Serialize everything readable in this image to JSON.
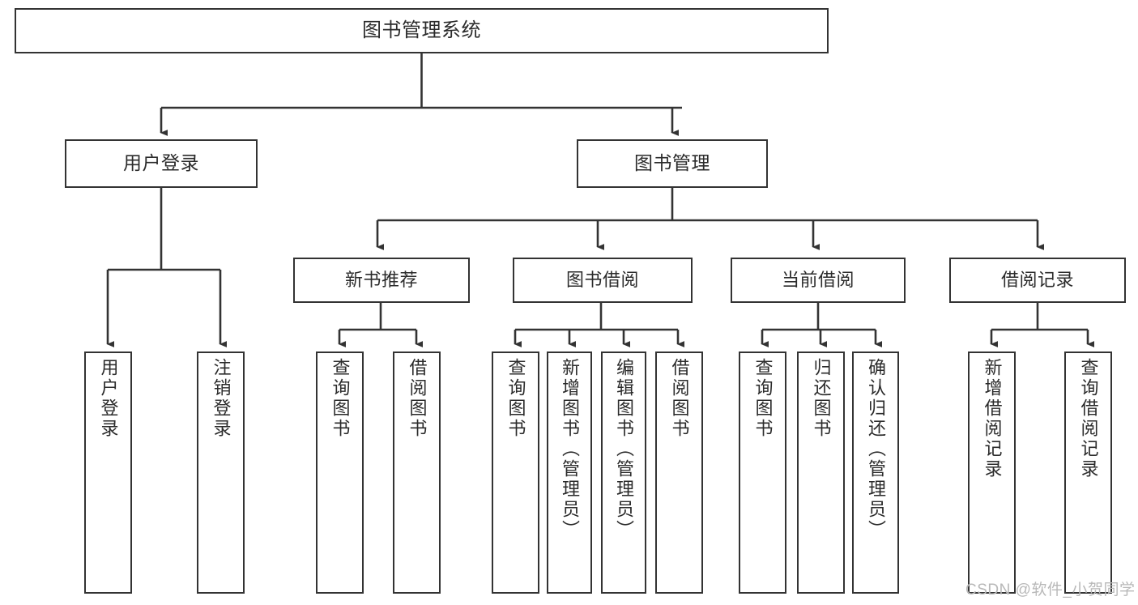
{
  "diagram": {
    "type": "tree-hierarchy",
    "title": "图书管理系统",
    "root": {
      "id": "root",
      "label": "图书管理系统"
    },
    "level1": [
      {
        "id": "user-login",
        "label": "用户登录"
      },
      {
        "id": "book-management",
        "label": "图书管理"
      }
    ],
    "level2": [
      {
        "id": "new-book-recommend",
        "label": "新书推荐",
        "parent": "book-management"
      },
      {
        "id": "book-borrow",
        "label": "图书借阅",
        "parent": "book-management"
      },
      {
        "id": "current-borrow",
        "label": "当前借阅",
        "parent": "book-management"
      },
      {
        "id": "borrow-record",
        "label": "借阅记录",
        "parent": "book-management"
      }
    ],
    "leaves": [
      {
        "id": "leaf-user-login",
        "label": "用户登录",
        "parent": "user-login"
      },
      {
        "id": "leaf-logout-login",
        "label": "注销登录",
        "parent": "user-login"
      },
      {
        "id": "leaf-query-book-1",
        "label": "查询图书",
        "parent": "new-book-recommend"
      },
      {
        "id": "leaf-borrow-book-1",
        "label": "借阅图书",
        "parent": "new-book-recommend"
      },
      {
        "id": "leaf-query-book-2",
        "label": "查询图书",
        "parent": "book-borrow"
      },
      {
        "id": "leaf-add-book",
        "label": "新增图书（管理员）",
        "parent": "book-borrow"
      },
      {
        "id": "leaf-edit-book",
        "label": "编辑图书（管理员）",
        "parent": "book-borrow"
      },
      {
        "id": "leaf-borrow-book-2",
        "label": "借阅图书",
        "parent": "book-borrow"
      },
      {
        "id": "leaf-query-book-3",
        "label": "查询图书",
        "parent": "current-borrow"
      },
      {
        "id": "leaf-return-book",
        "label": "归还图书",
        "parent": "current-borrow"
      },
      {
        "id": "leaf-confirm-return",
        "label": "确认归还（管理员）",
        "parent": "current-borrow"
      },
      {
        "id": "leaf-add-record",
        "label": "新增借阅记录",
        "parent": "borrow-record"
      },
      {
        "id": "leaf-query-record",
        "label": "查询借阅记录",
        "parent": "borrow-record"
      }
    ]
  },
  "watermark": {
    "text": "CSDN @软件_小贺同学"
  },
  "colors": {
    "border": "#333333",
    "text": "#2b2b2b",
    "background": "#ffffff",
    "connector": "#333333",
    "watermark": "#b8b8b8"
  }
}
